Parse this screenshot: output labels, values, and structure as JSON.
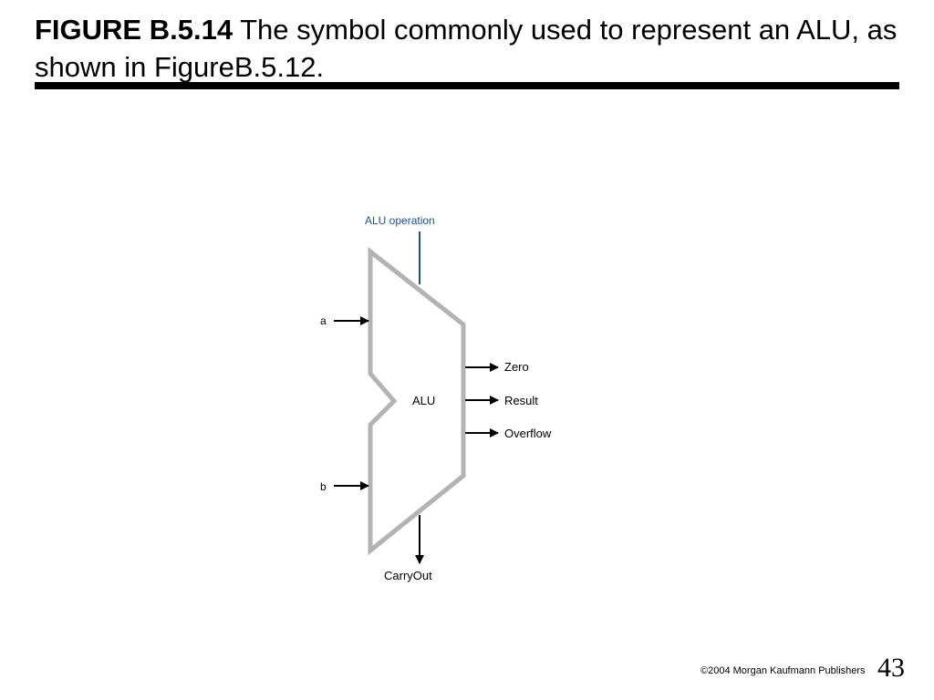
{
  "slide": {
    "figure_number": "FIGURE B.5.14",
    "caption": " The symbol commonly used to represent an ALU, as shown in FigureB.5.12.",
    "copyright_symbol": "©",
    "copyright_text": "2004 Morgan Kaufmann Publishers",
    "page_number": "43"
  },
  "diagram": {
    "body_label": "ALU",
    "control_label": "ALU operation",
    "input_a_label": "a",
    "input_b_label": "b",
    "carry_out_label": "CarryOut",
    "outputs": [
      "Zero",
      "Result",
      "Overflow"
    ],
    "control_color": "#1f4e8c",
    "body_stroke_color": "#b3b3b3"
  }
}
